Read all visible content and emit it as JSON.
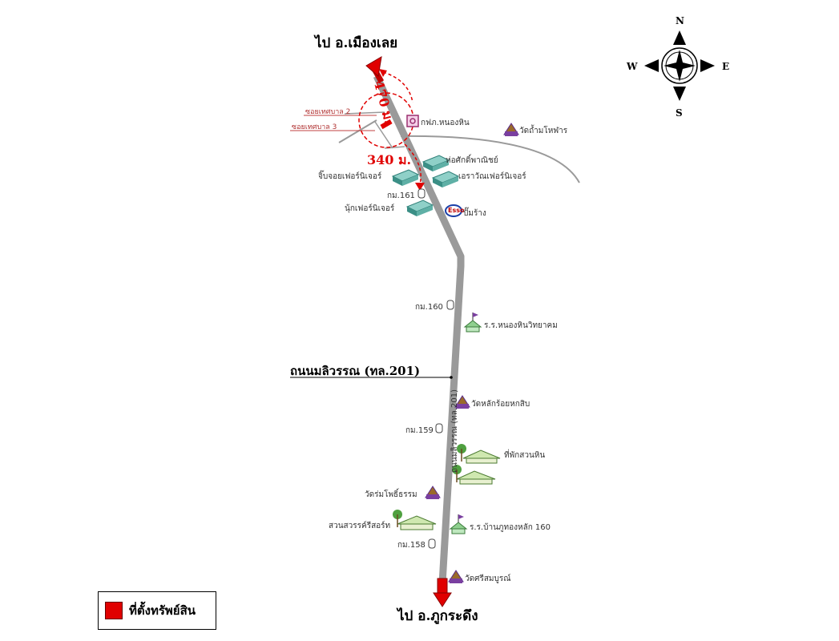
{
  "destinations": {
    "north": "ไป อ.เมืองเลย",
    "south": "ไป อ.ภูกระดึง"
  },
  "road_name": "ถนนมลิวรรณ (ทล.201)",
  "road_vertical_label": "ถนนมลิวรรณ (ทล.201)",
  "distances": {
    "d1": "470 ม.",
    "d2": "340 ม."
  },
  "soi": {
    "s2": "ซอยเทศบาล 2",
    "s3": "ซอยเทศบาล 3"
  },
  "compass": {
    "n": "N",
    "s": "S",
    "e": "E",
    "w": "W"
  },
  "places": {
    "pea": "กฟภ.หนองหิน",
    "temple_tham": "วัดถ้ำมโหฬาร",
    "shop_sak": "ห่อศักดิ์พาณิชย์",
    "jib_furniture": "จิ๊บจอยเฟอร์นิเจอร์",
    "erawan_furniture": "เอราวัณเฟอร์นิเจอร์",
    "km161": "กม.161",
    "nuk_furniture": "นุ้กเฟอร์นิเจอร์",
    "esso_brand": "Esso",
    "gas_station": "ปั๊มร้าง",
    "km160": "กม.160",
    "school_nonghin": "ร.ร.หนองหินวิทยาคม",
    "temple_lak": "วัดหลักร้อยหกสิบ",
    "km159": "กม.159",
    "rest_suanhin": "ที่พักสวนหิน",
    "temple_pho": "วัดร่มโพธิ์ธรรม",
    "resort": "สวนสวรรค์รีสอร์ท",
    "school_ban": "ร.ร.บ้านภูทองหลัก 160",
    "km158": "กม.158",
    "temple_sri": "วัดศรีสมบูรณ์"
  },
  "legend": {
    "label": "ที่ตั้งทรัพย์สิน"
  },
  "colors": {
    "road": "#9a9a9a",
    "marker": "#e00000",
    "temple": "#7a3fa0",
    "building": "#3b8f86"
  }
}
